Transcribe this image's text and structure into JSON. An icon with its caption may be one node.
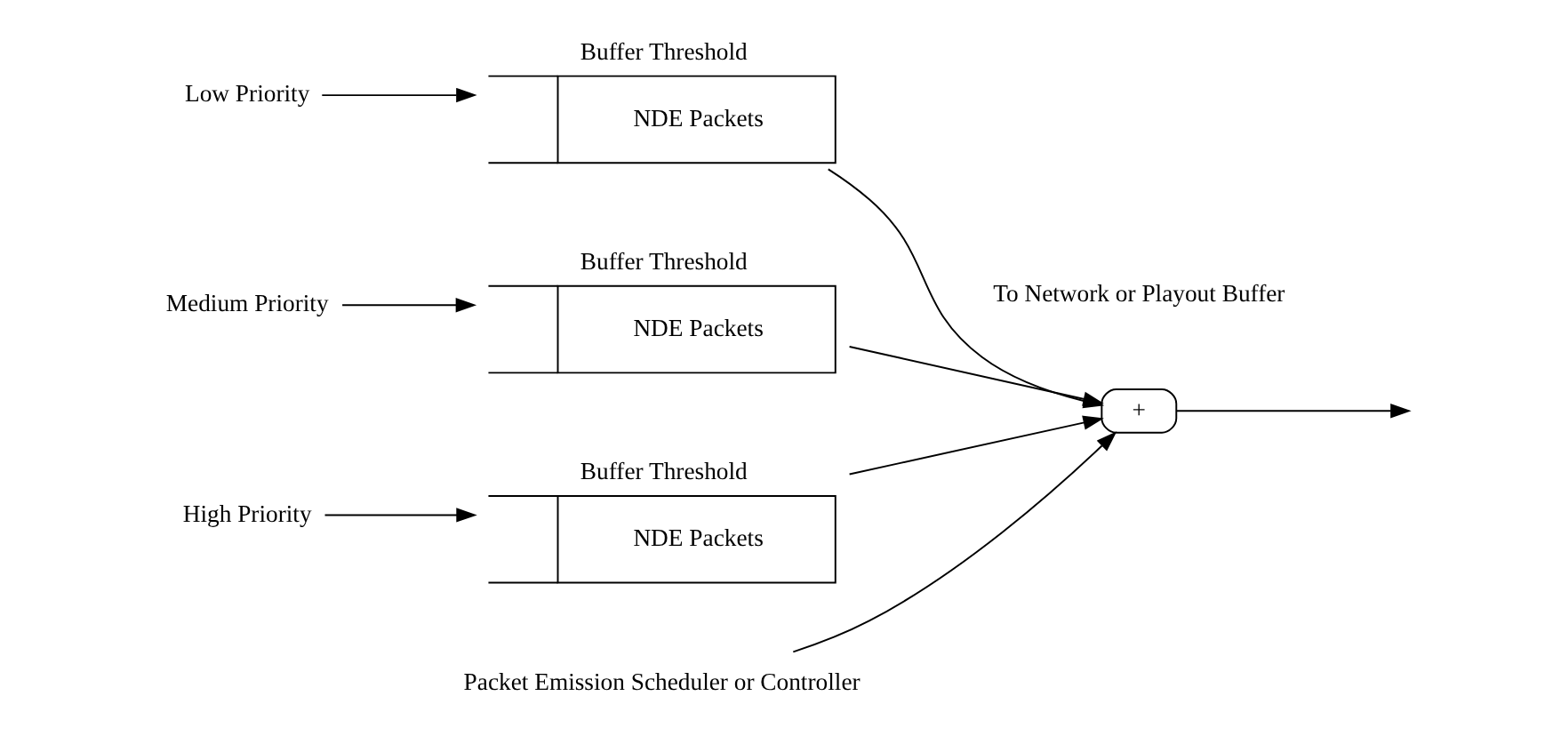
{
  "diagram": {
    "nodes": [
      {
        "text": [
          "Low Priority"
        ]
      },
      {
        "text": [
          "Buffer Threshold",
          "NDE Packets"
        ]
      },
      {
        "text": [
          "Medium Priority"
        ]
      },
      {
        "text": [
          "Buffer Threshold",
          "NDE Packets"
        ]
      },
      {
        "text": [
          "High Priority"
        ]
      },
      {
        "text": [
          "Buffer Threshold",
          "NDE Packets"
        ]
      },
      {
        "text": [
          "+"
        ]
      },
      {
        "text": [
          "Packet Emission Scheduler or Controller"
        ]
      }
    ],
    "edges": [
      {
        "from": 0,
        "to": 1,
        "arrow": "to"
      },
      {
        "from": 2,
        "to": 3,
        "arrow": "to"
      },
      {
        "from": 4,
        "to": 5,
        "arrow": "to"
      },
      {
        "from": 1,
        "to": 6,
        "arrow": "to"
      },
      {
        "from": 3,
        "to": 6,
        "arrow": "to"
      },
      {
        "from": 5,
        "to": 6,
        "arrow": "to"
      },
      {
        "from": 6,
        "to": null,
        "arrow": "to"
      },
      {
        "from": 7,
        "to": 6,
        "arrow": "to"
      }
    ],
    "labels": [
      "To Network or Playout Buffer"
    ]
  }
}
